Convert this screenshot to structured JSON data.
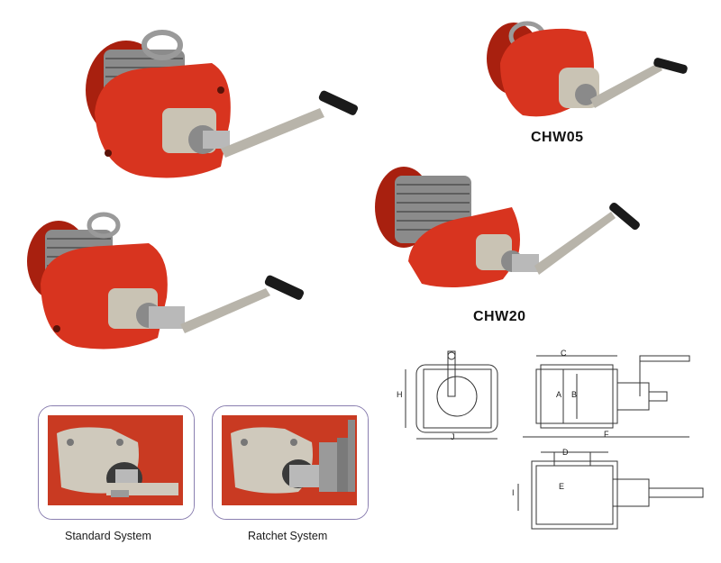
{
  "models": {
    "small": "CHW05",
    "large": "CHW20"
  },
  "systems": {
    "standard": "Standard System",
    "ratchet": "Ratchet System"
  },
  "dimension_letters": {
    "height": "H",
    "width": "J",
    "c": "C",
    "a": "A",
    "b": "B",
    "f": "F",
    "d": "D",
    "e": "E",
    "i": "I"
  },
  "colors": {
    "winch_red": "#d8341f",
    "winch_dark_red": "#a8200f",
    "cable_grey": "#8b8b8b",
    "hub_beige": "#c9c3b4",
    "handle_black": "#1a1a1a",
    "inset_border": "#8a7fb0"
  }
}
